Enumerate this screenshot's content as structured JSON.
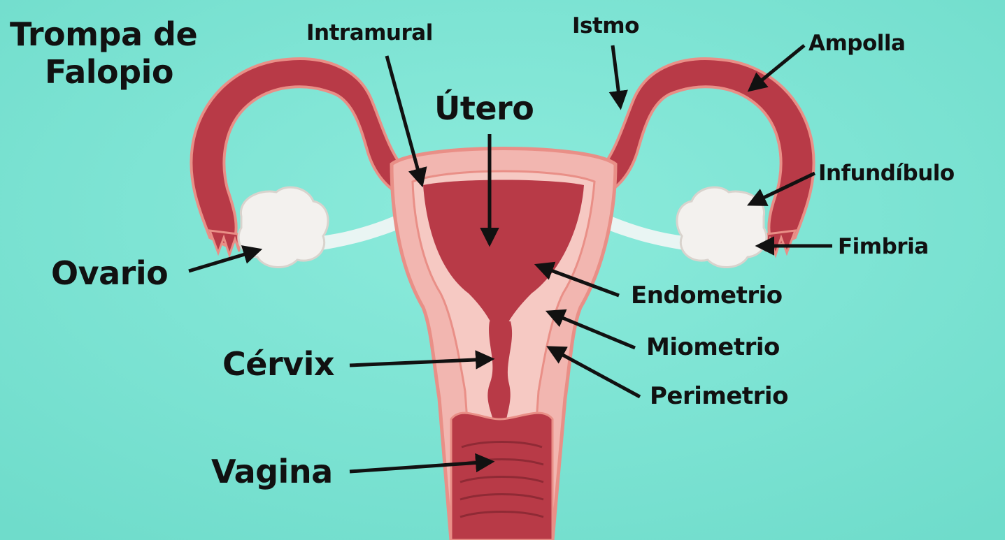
{
  "title_lines": [
    "Trompa de",
    "Falopio"
  ],
  "labels": {
    "intramural": "Intramural",
    "istmo": "Istmo",
    "ampolla": "Ampolla",
    "utero": "Útero",
    "infundibulo": "Infundíbulo",
    "fimbria": "Fimbria",
    "ovario": "Ovario",
    "endometrio": "Endometrio",
    "miometrio": "Miometrio",
    "perimetrio": "Perimetrio",
    "cervix": "Cérvix",
    "vagina": "Vagina"
  },
  "colors": {
    "background": "#7fe6d6",
    "tissue_dark": "#b83a47",
    "tissue_light": "#f2b6b0",
    "tissue_mid": "#e98f87",
    "ovary": "#f3f1ee",
    "ligament": "#e7f3f1",
    "text": "#111111"
  }
}
